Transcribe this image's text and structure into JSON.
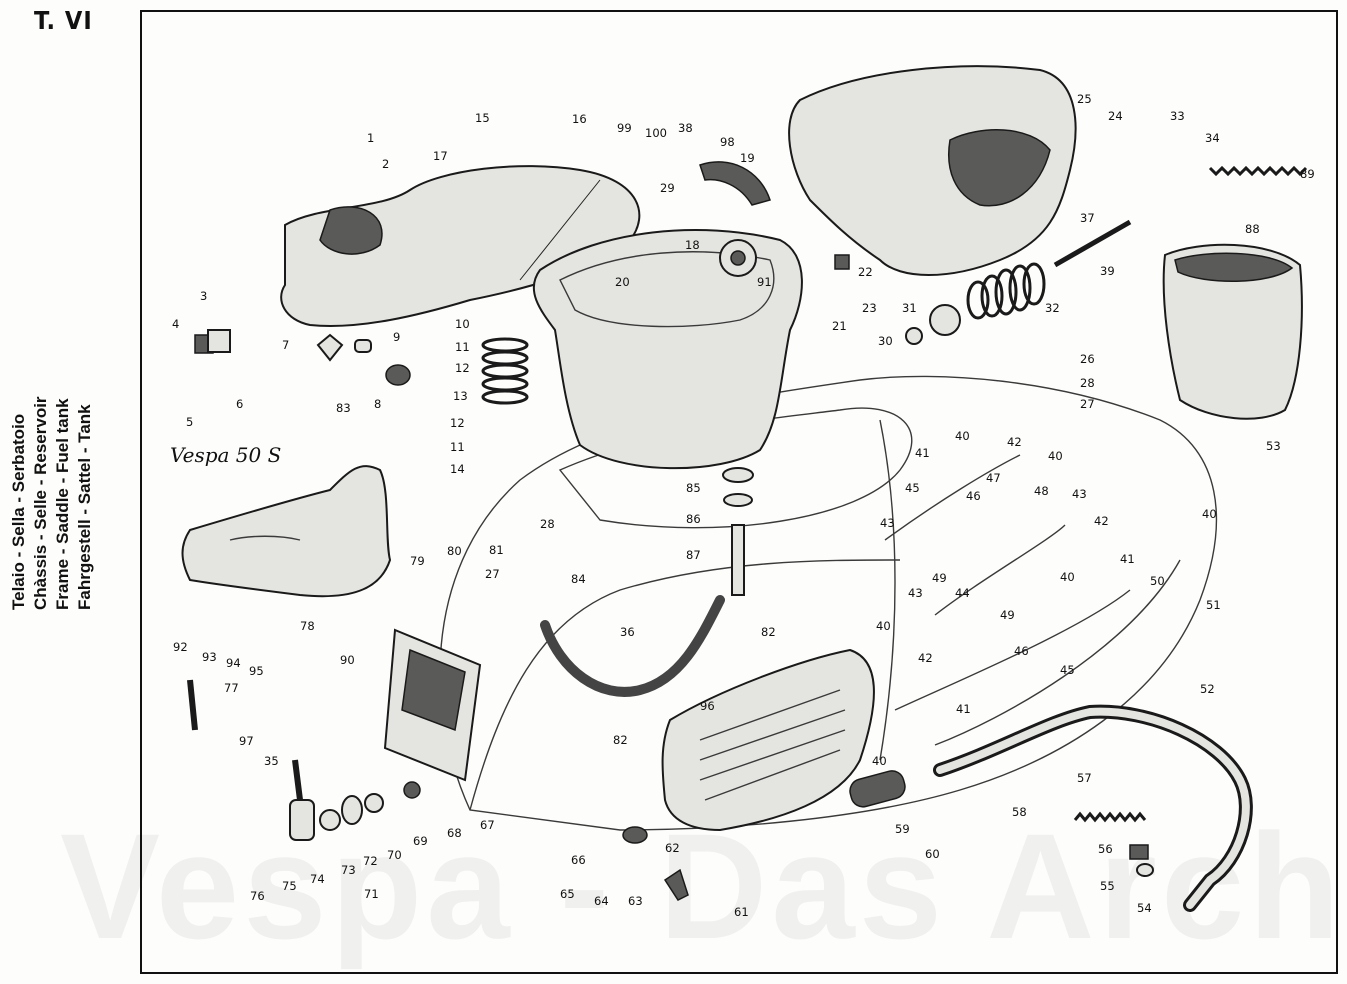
{
  "page": {
    "title": "T. VI",
    "captions": [
      "Telaio - Sella - Serbatoio",
      "Chàssis - Selle - Reservoir",
      "Frame - Saddle - Fuel tank",
      "Fahrgestell - Sattel - Tank"
    ],
    "watermark": "Vespa - Das Archiv"
  },
  "diagram": {
    "logo_text": "Vespa 50 S",
    "callouts": [
      {
        "id": "c1",
        "text": "1"
      },
      {
        "id": "c2",
        "text": "2"
      },
      {
        "id": "c3",
        "text": "3"
      },
      {
        "id": "c4",
        "text": "4"
      },
      {
        "id": "c5",
        "text": "5"
      },
      {
        "id": "c6",
        "text": "6"
      },
      {
        "id": "c7",
        "text": "7"
      },
      {
        "id": "c8",
        "text": "8"
      },
      {
        "id": "c9",
        "text": "9"
      },
      {
        "id": "c10",
        "text": "10"
      },
      {
        "id": "c11a",
        "text": "11"
      },
      {
        "id": "c11b",
        "text": "11"
      },
      {
        "id": "c12a",
        "text": "12"
      },
      {
        "id": "c12b",
        "text": "12"
      },
      {
        "id": "c13",
        "text": "13"
      },
      {
        "id": "c14",
        "text": "14"
      },
      {
        "id": "c15",
        "text": "15"
      },
      {
        "id": "c16",
        "text": "16"
      },
      {
        "id": "c17",
        "text": "17"
      },
      {
        "id": "c18",
        "text": "18"
      },
      {
        "id": "c19",
        "text": "19"
      },
      {
        "id": "c20",
        "text": "20"
      },
      {
        "id": "c21",
        "text": "21"
      },
      {
        "id": "c22",
        "text": "22"
      },
      {
        "id": "c23",
        "text": "23"
      },
      {
        "id": "c24",
        "text": "24"
      },
      {
        "id": "c25",
        "text": "25"
      },
      {
        "id": "c26",
        "text": "26"
      },
      {
        "id": "c27a",
        "text": "27"
      },
      {
        "id": "c27b",
        "text": "27"
      },
      {
        "id": "c28a",
        "text": "28"
      },
      {
        "id": "c28b",
        "text": "28"
      },
      {
        "id": "c29",
        "text": "29"
      },
      {
        "id": "c30",
        "text": "30"
      },
      {
        "id": "c31",
        "text": "31"
      },
      {
        "id": "c32",
        "text": "32"
      },
      {
        "id": "c33",
        "text": "33"
      },
      {
        "id": "c34",
        "text": "34"
      },
      {
        "id": "c35",
        "text": "35"
      },
      {
        "id": "c36",
        "text": "36"
      },
      {
        "id": "c37",
        "text": "37"
      },
      {
        "id": "c38",
        "text": "38"
      },
      {
        "id": "c39",
        "text": "39"
      },
      {
        "id": "c40a",
        "text": "40"
      },
      {
        "id": "c40b",
        "text": "40"
      },
      {
        "id": "c40c",
        "text": "40"
      },
      {
        "id": "c40d",
        "text": "40"
      },
      {
        "id": "c40e",
        "text": "40"
      },
      {
        "id": "c40f",
        "text": "40"
      },
      {
        "id": "c41a",
        "text": "41"
      },
      {
        "id": "c41b",
        "text": "41"
      },
      {
        "id": "c41c",
        "text": "41"
      },
      {
        "id": "c42a",
        "text": "42"
      },
      {
        "id": "c42b",
        "text": "42"
      },
      {
        "id": "c42c",
        "text": "42"
      },
      {
        "id": "c43a",
        "text": "43"
      },
      {
        "id": "c43b",
        "text": "43"
      },
      {
        "id": "c43c",
        "text": "43"
      },
      {
        "id": "c44",
        "text": "44"
      },
      {
        "id": "c45a",
        "text": "45"
      },
      {
        "id": "c45b",
        "text": "45"
      },
      {
        "id": "c46a",
        "text": "46"
      },
      {
        "id": "c46b",
        "text": "46"
      },
      {
        "id": "c47",
        "text": "47"
      },
      {
        "id": "c48",
        "text": "48"
      },
      {
        "id": "c49a",
        "text": "49"
      },
      {
        "id": "c49b",
        "text": "49"
      },
      {
        "id": "c50",
        "text": "50"
      },
      {
        "id": "c51",
        "text": "51"
      },
      {
        "id": "c52",
        "text": "52"
      },
      {
        "id": "c53",
        "text": "53"
      },
      {
        "id": "c54",
        "text": "54"
      },
      {
        "id": "c55",
        "text": "55"
      },
      {
        "id": "c56",
        "text": "56"
      },
      {
        "id": "c57",
        "text": "57"
      },
      {
        "id": "c58",
        "text": "58"
      },
      {
        "id": "c59",
        "text": "59"
      },
      {
        "id": "c60",
        "text": "60"
      },
      {
        "id": "c61",
        "text": "61"
      },
      {
        "id": "c62",
        "text": "62"
      },
      {
        "id": "c63",
        "text": "63"
      },
      {
        "id": "c64",
        "text": "64"
      },
      {
        "id": "c65",
        "text": "65"
      },
      {
        "id": "c66",
        "text": "66"
      },
      {
        "id": "c67",
        "text": "67"
      },
      {
        "id": "c68",
        "text": "68"
      },
      {
        "id": "c69",
        "text": "69"
      },
      {
        "id": "c70",
        "text": "70"
      },
      {
        "id": "c71",
        "text": "71"
      },
      {
        "id": "c72",
        "text": "72"
      },
      {
        "id": "c73",
        "text": "73"
      },
      {
        "id": "c74",
        "text": "74"
      },
      {
        "id": "c75",
        "text": "75"
      },
      {
        "id": "c76",
        "text": "76"
      },
      {
        "id": "c77",
        "text": "77"
      },
      {
        "id": "c78",
        "text": "78"
      },
      {
        "id": "c79",
        "text": "79"
      },
      {
        "id": "c80",
        "text": "80"
      },
      {
        "id": "c81",
        "text": "81"
      },
      {
        "id": "c82a",
        "text": "82"
      },
      {
        "id": "c82b",
        "text": "82"
      },
      {
        "id": "c83",
        "text": "83"
      },
      {
        "id": "c84",
        "text": "84"
      },
      {
        "id": "c85",
        "text": "85"
      },
      {
        "id": "c86",
        "text": "86"
      },
      {
        "id": "c87",
        "text": "87"
      },
      {
        "id": "c88",
        "text": "88"
      },
      {
        "id": "c89",
        "text": "89"
      },
      {
        "id": "c90",
        "text": "90"
      },
      {
        "id": "c91",
        "text": "91"
      },
      {
        "id": "c92",
        "text": "92"
      },
      {
        "id": "c93",
        "text": "93"
      },
      {
        "id": "c94",
        "text": "94"
      },
      {
        "id": "c95",
        "text": "95"
      },
      {
        "id": "c96",
        "text": "96"
      },
      {
        "id": "c97",
        "text": "97"
      },
      {
        "id": "c98",
        "text": "98"
      },
      {
        "id": "c99",
        "text": "99"
      },
      {
        "id": "c100",
        "text": "100"
      }
    ]
  }
}
